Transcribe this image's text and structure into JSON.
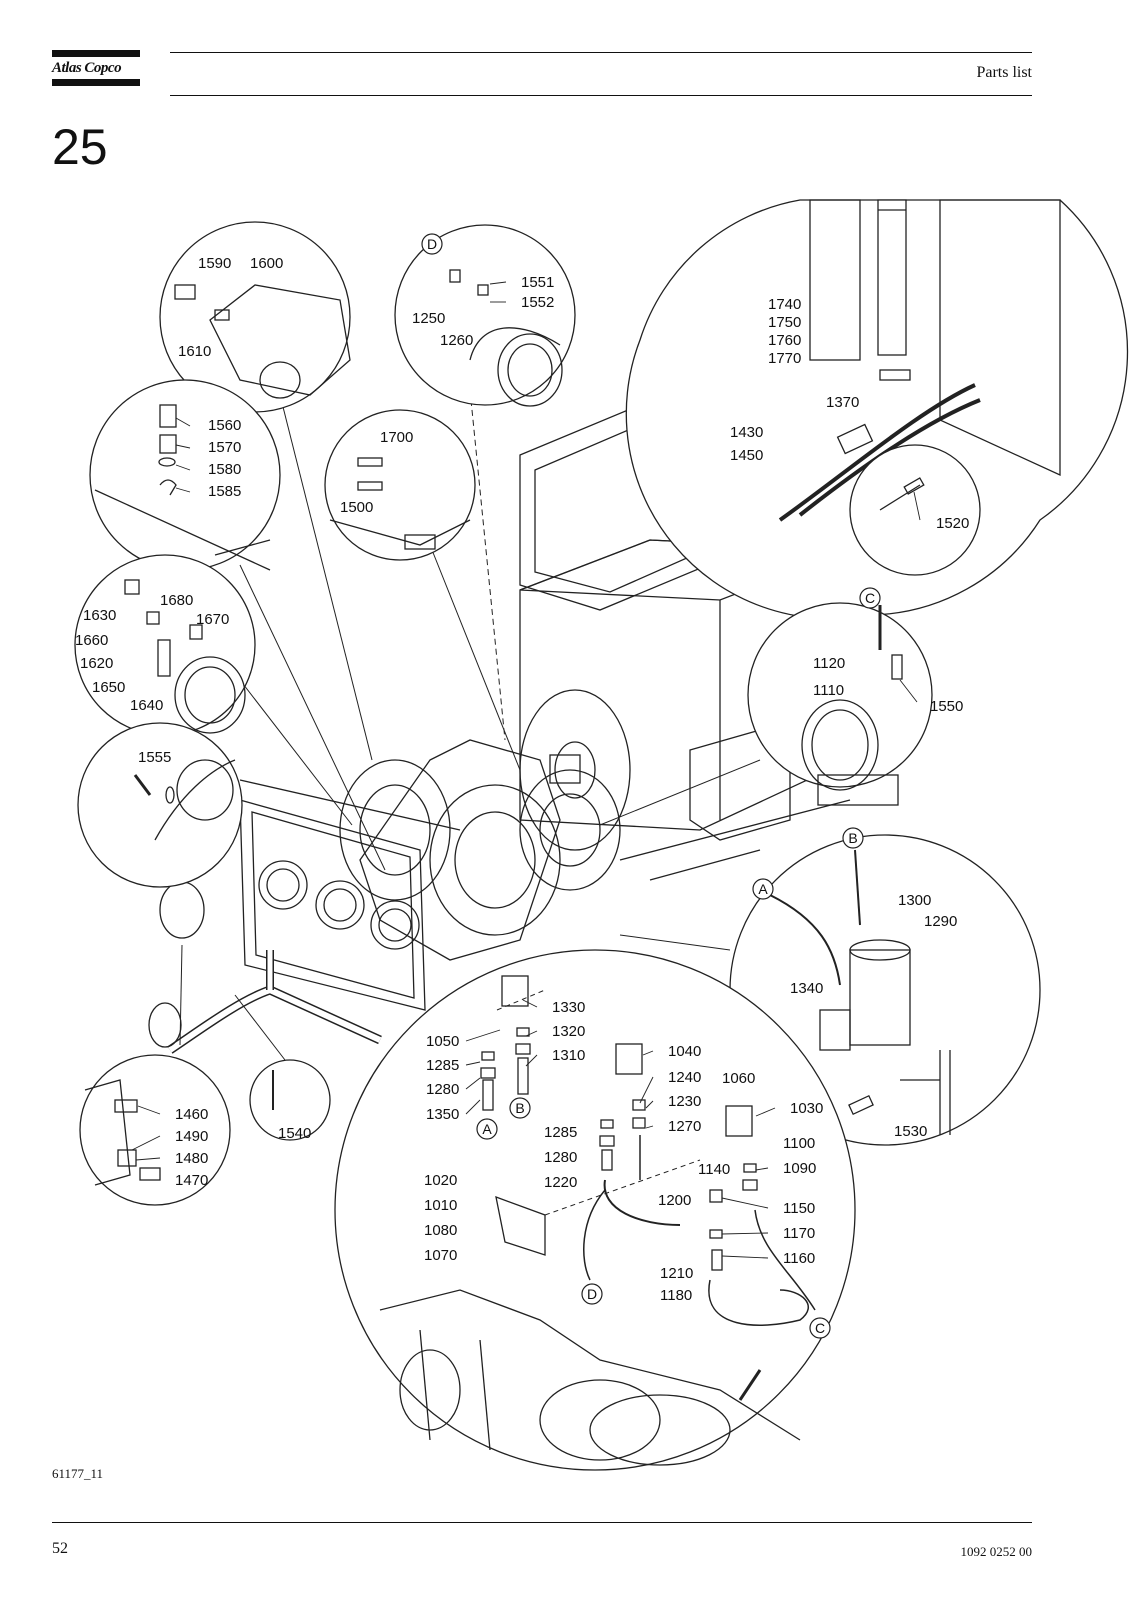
{
  "header": {
    "brand": "Atlas Copco",
    "section": "Parts list"
  },
  "chapter_number": "25",
  "footer": {
    "figure_id": "61177_11",
    "page_number": "52",
    "document_number": "1092 0252 00"
  },
  "callouts": {
    "circle_labels": [
      "A",
      "B",
      "C",
      "D"
    ],
    "part_numbers": {
      "p1590": "1590",
      "p1600": "1600",
      "p1610": "1610",
      "p1551": "1551",
      "p1552": "1552",
      "p1250": "1250",
      "p1260": "1260",
      "p1740": "1740",
      "p1750": "1750",
      "p1760": "1760",
      "p1770": "1770",
      "p1370": "1370",
      "p1430": "1430",
      "p1450": "1450",
      "p1520": "1520",
      "p1560": "1560",
      "p1570": "1570",
      "p1580": "1580",
      "p1585": "1585",
      "p1700": "1700",
      "p1500": "1500",
      "p1680": "1680",
      "p1630": "1630",
      "p1670": "1670",
      "p1660": "1660",
      "p1620": "1620",
      "p1650": "1650",
      "p1640": "1640",
      "p1120": "1120",
      "p1110": "1110",
      "p1550": "1550",
      "p1555": "1555",
      "p1300": "1300",
      "p1290": "1290",
      "p1340": "1340",
      "p1530": "1530",
      "p1330": "1330",
      "p1320": "1320",
      "p1310": "1310",
      "p1050": "1050",
      "p1285a": "1285",
      "p1280a": "1280",
      "p1350": "1350",
      "p1040": "1040",
      "p1240": "1240",
      "p1230": "1230",
      "p1270": "1270",
      "p1060": "1060",
      "p1030": "1030",
      "p1285b": "1285",
      "p1280b": "1280",
      "p1220": "1220",
      "p1100": "1100",
      "p1090": "1090",
      "p1140": "1140",
      "p1020": "1020",
      "p1010": "1010",
      "p1080": "1080",
      "p1070": "1070",
      "p1200": "1200",
      "p1150": "1150",
      "p1170": "1170",
      "p1160": "1160",
      "p1210": "1210",
      "p1180": "1180",
      "p1460": "1460",
      "p1490": "1490",
      "p1480": "1480",
      "p1470": "1470",
      "p1540": "1540"
    }
  }
}
